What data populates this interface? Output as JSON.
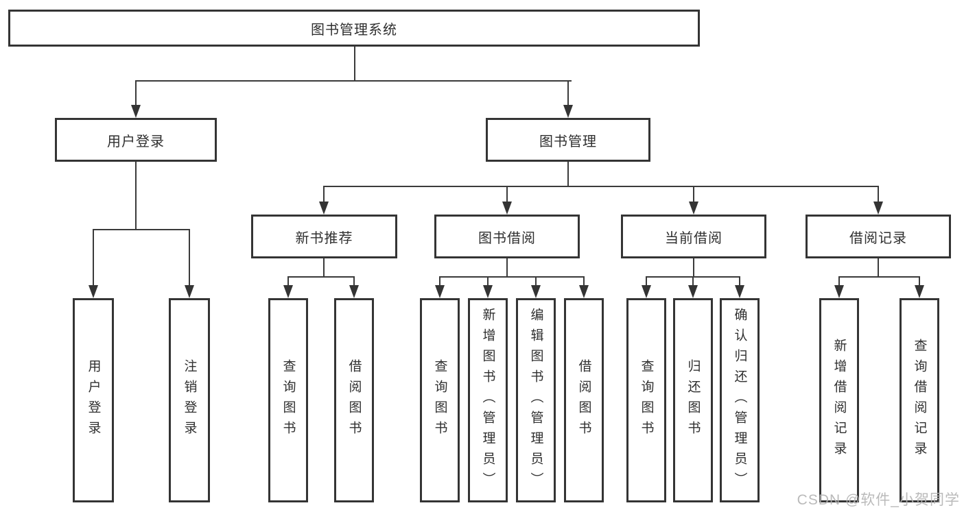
{
  "diagram_title": "图书管理系统",
  "colors": {
    "line": "#3a3a3a",
    "border": "#343434",
    "text": "#2f2f2f",
    "background": "#ffffff",
    "watermark": "#b3b3b3"
  },
  "watermark": "CSDN @软件_小贺同学",
  "nodes": {
    "root": {
      "label": "图书管理系统"
    },
    "login": {
      "label": "用户登录"
    },
    "manage": {
      "label": "图书管理"
    },
    "recommend": {
      "label": "新书推荐"
    },
    "borrow": {
      "label": "图书借阅"
    },
    "current": {
      "label": "当前借阅"
    },
    "records": {
      "label": "借阅记录"
    },
    "login_children": [
      {
        "label": "用户登录"
      },
      {
        "label": "注销登录"
      }
    ],
    "recommend_children": [
      {
        "label": "查询图书"
      },
      {
        "label": "借阅图书"
      }
    ],
    "borrow_children": [
      {
        "label": "查询图书"
      },
      {
        "label": "新增图书（管理员）"
      },
      {
        "label": "编辑图书（管理员）"
      },
      {
        "label": "借阅图书"
      }
    ],
    "current_children": [
      {
        "label": "查询图书"
      },
      {
        "label": "归还图书"
      },
      {
        "label": "确认归还（管理员）"
      }
    ],
    "records_children": [
      {
        "label": "新增借阅记录"
      },
      {
        "label": "查询借阅记录"
      }
    ]
  }
}
